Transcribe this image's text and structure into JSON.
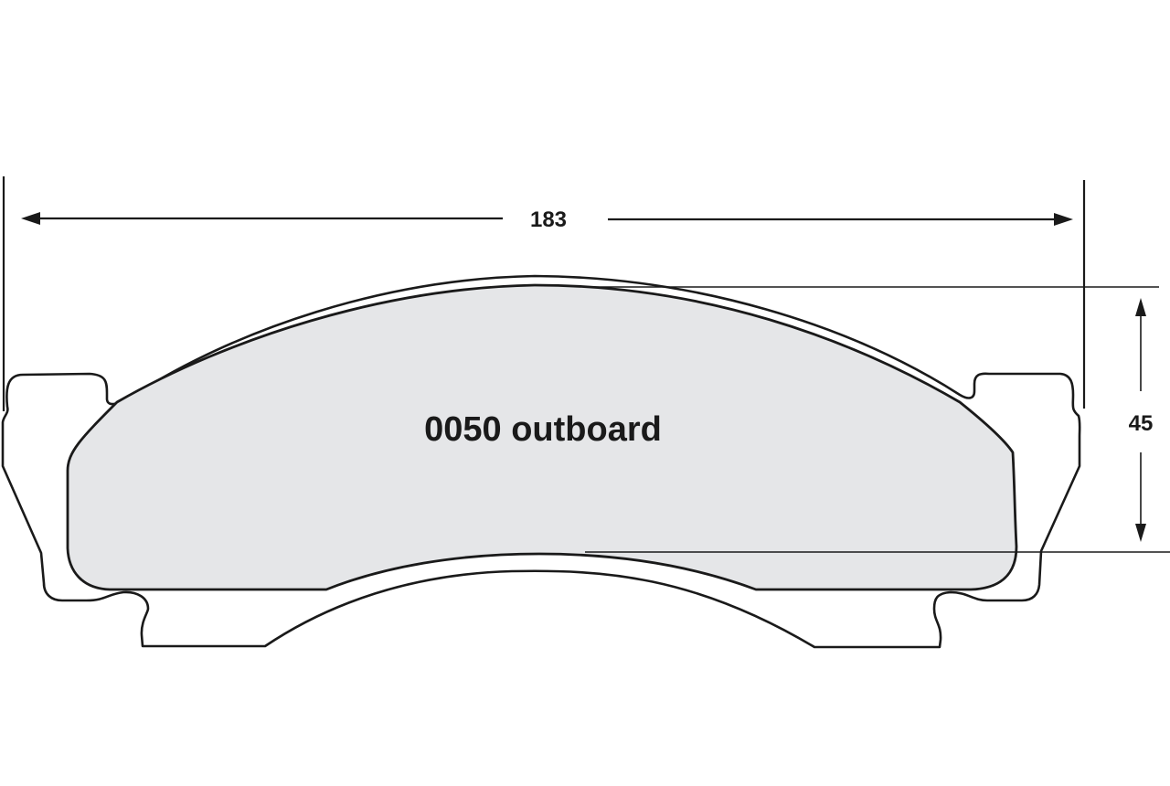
{
  "drawing": {
    "pad_label": "0050 outboard",
    "dimensions": {
      "width": {
        "value": "183"
      },
      "height": {
        "value": "45"
      }
    },
    "colors": {
      "friction_material_fill": "#e5e6e8",
      "line": "#1a1a1a",
      "background": "#ffffff"
    }
  }
}
